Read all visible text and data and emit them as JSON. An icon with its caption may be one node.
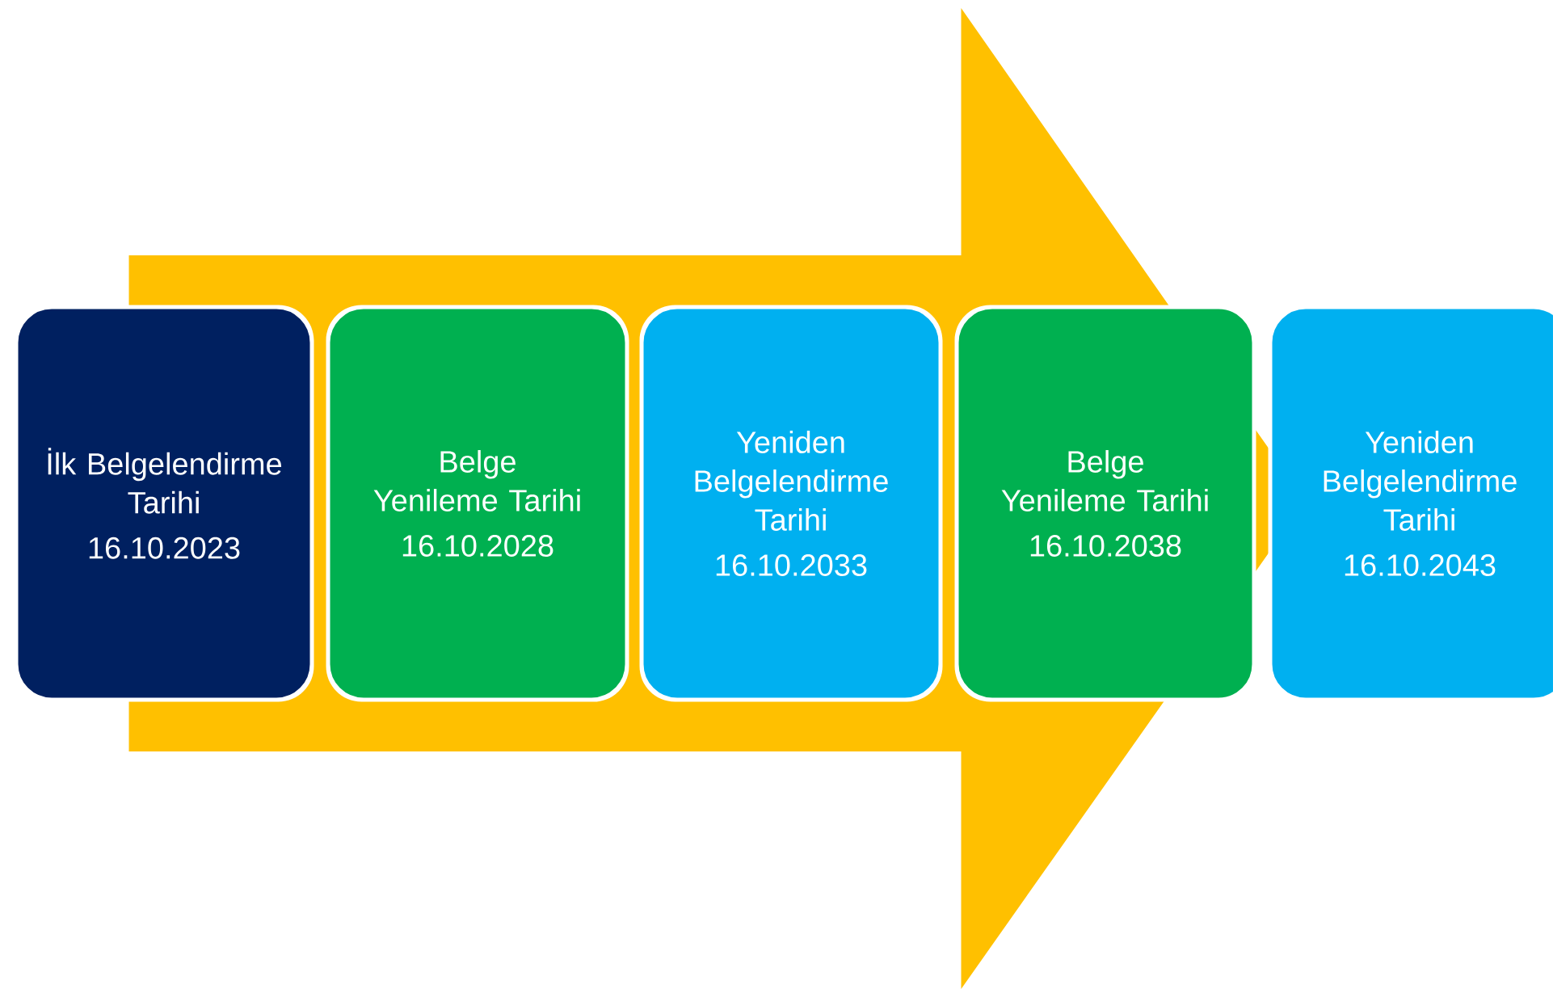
{
  "diagram": {
    "nodes": [
      {
        "text": [
          "İlk Belgelendirme Tarihi",
          "16.10.2023"
        ]
      },
      {
        "text": [
          "Belge Yenileme Tarihi",
          "16.10.2028"
        ]
      },
      {
        "text": [
          "Yeniden Belgelendirme Tarihi",
          "16.10.2033"
        ]
      },
      {
        "text": [
          "Belge Yenileme Tarihi",
          "16.10.2038"
        ]
      },
      {
        "text": [
          "Yeniden Belgelendirme Tarihi",
          "16.10.2043"
        ]
      }
    ],
    "edges": [
      {
        "from": 0,
        "to": 4,
        "arrow": "to"
      }
    ]
  }
}
